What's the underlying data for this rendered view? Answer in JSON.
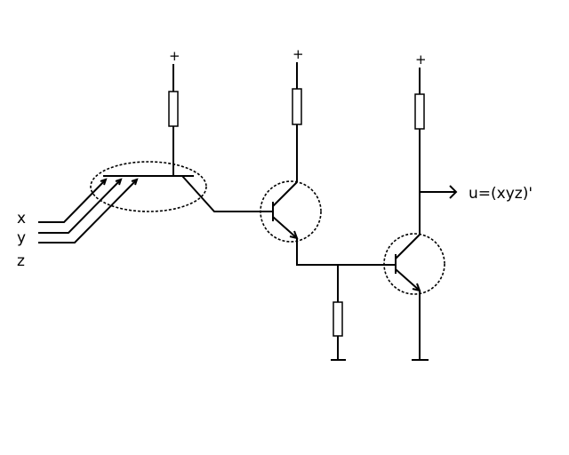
{
  "diagram": {
    "title": "",
    "inputs": [
      "x",
      "y",
      "z"
    ],
    "output_label": "u=(xyz)'",
    "supply_symbol": "+",
    "colors": {
      "line": "#000000",
      "background": "#ffffff"
    }
  }
}
